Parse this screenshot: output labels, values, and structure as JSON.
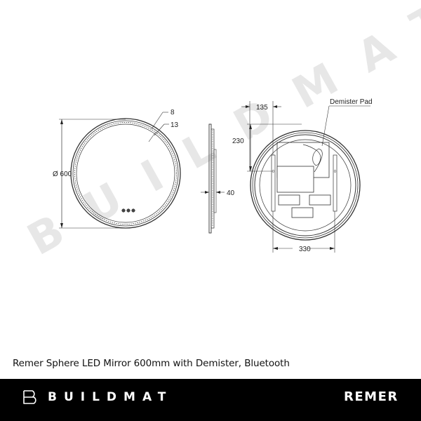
{
  "drawing": {
    "front_view": {
      "diameter_label": "Ø 600",
      "frame_dim_1": "8",
      "frame_dim_2": "13",
      "buttons": 3
    },
    "side_view": {
      "depth_label": "40"
    },
    "rear_view": {
      "dim_offset": "135",
      "dim_height": "230",
      "dim_width": "330",
      "callout": "Demister Pad"
    },
    "watermark": "BUILDMAT"
  },
  "caption": "Remer Sphere LED Mirror 600mm with Demister, Bluetooth",
  "footer": {
    "left_brand": "BUILDMAT",
    "right_brand": "REMER",
    "background": "#000000",
    "text_color": "#ffffff"
  }
}
